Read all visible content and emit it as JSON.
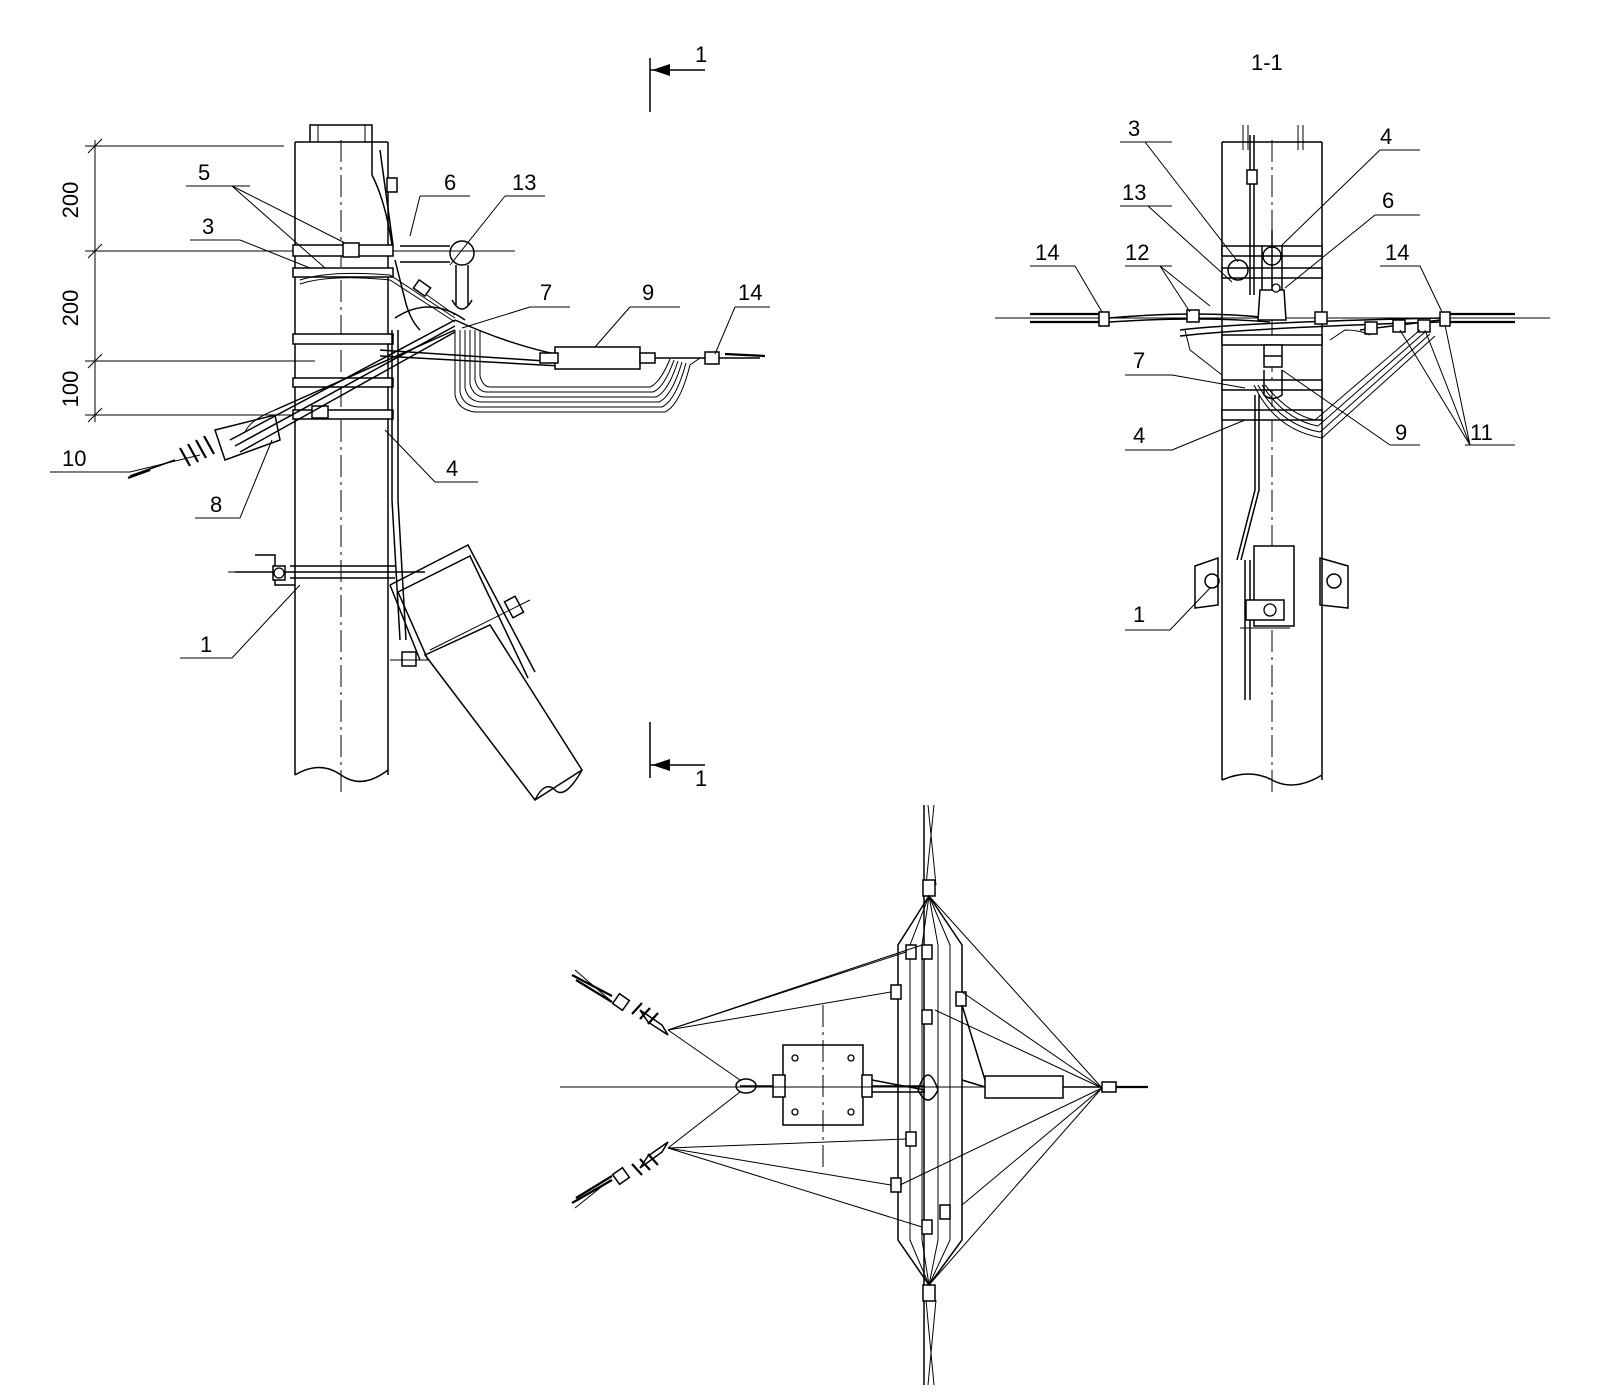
{
  "section_cut": {
    "title": "1-1",
    "marker_top": "1",
    "marker_bottom": "1"
  },
  "front_view": {
    "dimensions": [
      "200",
      "200",
      "100"
    ],
    "callouts": [
      "5",
      "3",
      "6",
      "13",
      "7",
      "9",
      "14",
      "10",
      "8",
      "4",
      "1"
    ]
  },
  "side_view": {
    "callouts": [
      "3",
      "4",
      "13",
      "6",
      "14",
      "12",
      "14",
      "7",
      "9",
      "11",
      "4",
      "1"
    ]
  },
  "colors": {
    "line": "#000000",
    "background": "#ffffff"
  }
}
